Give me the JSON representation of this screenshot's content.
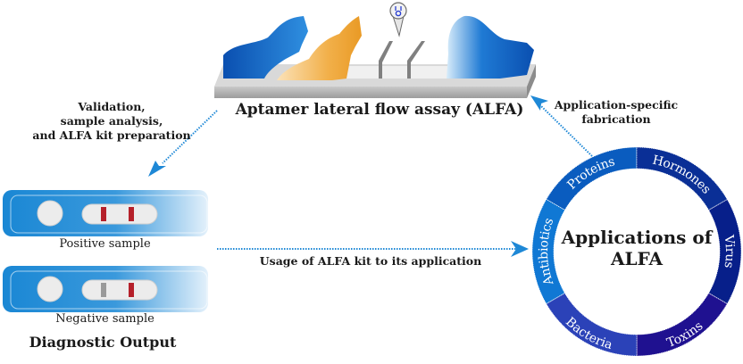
{
  "title": "Aptamer lateral flow assay (ALFA)",
  "arrows": {
    "validation": [
      "Validation,",
      "sample analysis,",
      "and ALFA kit preparation"
    ],
    "fabrication": [
      "Application-specific",
      "fabrication"
    ],
    "usage": "Usage of ALFA kit to its application"
  },
  "strips": {
    "positive_label": "Positive sample",
    "negative_label": "Negative sample",
    "section_title": "Diagnostic Output"
  },
  "applications": {
    "center": [
      "Applications of",
      "ALFA"
    ],
    "segments": [
      {
        "label": "Proteins",
        "color": "#0a5cbf"
      },
      {
        "label": "Hormones",
        "color": "#0a2f96"
      },
      {
        "label": "Virus",
        "color": "#071f8a"
      },
      {
        "label": "Toxins",
        "color": "#1f1190"
      },
      {
        "label": "Bacteria",
        "color": "#2b42b8"
      },
      {
        "label": "Antibiotics",
        "color": "#1078d4"
      }
    ]
  },
  "colors": {
    "arrow": "#1e88d6",
    "strip_blue": "#1a87d4",
    "strip_dark_blue": "#0b4db0",
    "pad_orange": "#f2b04a",
    "line_red": "#b5202a",
    "line_gray": "#9a9a9a"
  }
}
